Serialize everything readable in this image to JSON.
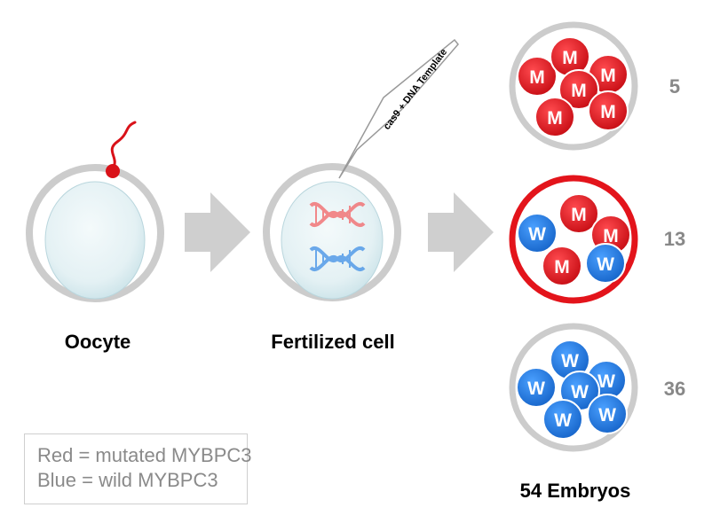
{
  "labels": {
    "oocyte": "Oocyte",
    "fertilized": "Fertilized cell",
    "embryos": "54 Embryos"
  },
  "callout": {
    "text": "cas9 + DNA Template"
  },
  "groups": [
    {
      "count": "5",
      "highlighted": false,
      "cells": [
        "M",
        "M",
        "M",
        "M",
        "M",
        "M"
      ]
    },
    {
      "count": "13",
      "highlighted": true,
      "cells": [
        "W",
        "M",
        "M",
        "M",
        "W"
      ]
    },
    {
      "count": "36",
      "highlighted": false,
      "cells": [
        "W",
        "W",
        "W",
        "W",
        "W",
        "W"
      ]
    }
  ],
  "legend": {
    "red": "Red = mutated MYBPC3",
    "blue": "Blue = wild MYBPC3"
  },
  "colors": {
    "mutated": "#e3141b",
    "wild": "#1f7de0",
    "ring": "#cccccc",
    "highlight_ring": "#e3141b",
    "arrow": "#cfcfcf",
    "count_text": "#888888"
  }
}
